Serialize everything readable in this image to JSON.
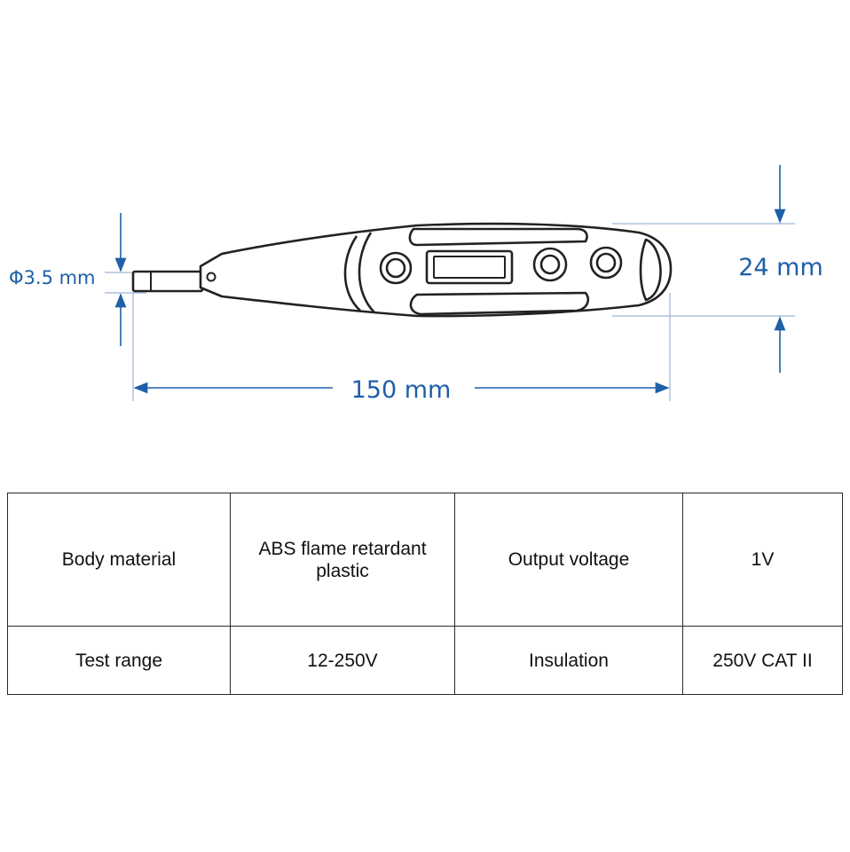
{
  "dimensions": {
    "tip_diameter": "Φ3.5 mm",
    "length": "150 mm",
    "height": "24 mm"
  },
  "colors": {
    "dimension": "#1f5fa8",
    "outline": "#222222",
    "table_border": "#2a2a2a"
  },
  "specs": {
    "rows": [
      {
        "label1": "Body material",
        "value1": "ABS flame retardant plastic",
        "label2": "Output voltage",
        "value2": "1V"
      },
      {
        "label1": "Test range",
        "value1": "12-250V",
        "label2": "Insulation",
        "value2": "250V CAT II"
      }
    ]
  }
}
